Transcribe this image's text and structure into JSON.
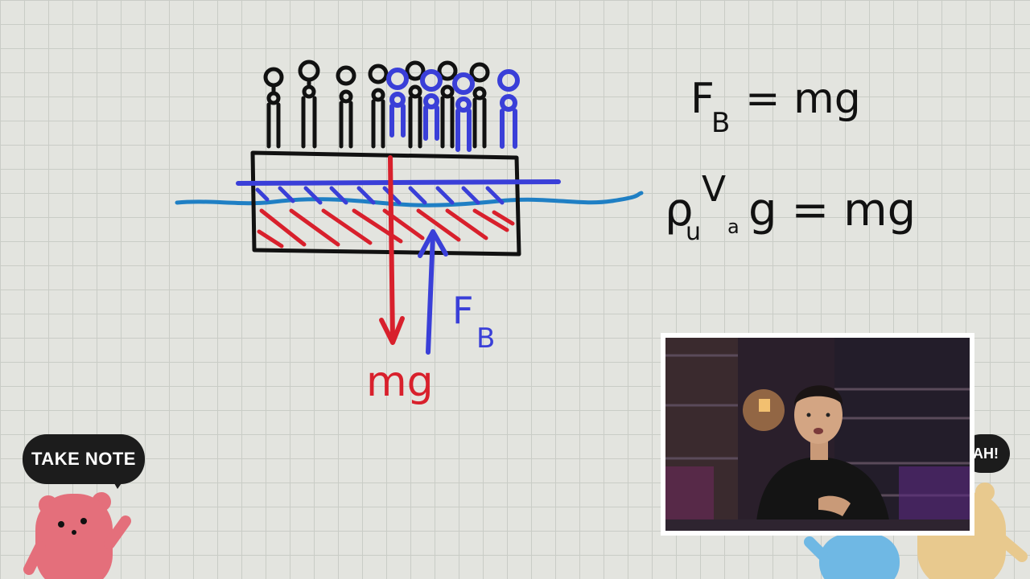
{
  "diagram": {
    "force_down_label": "mg",
    "force_up_label_main": "F",
    "force_up_label_sub": "B"
  },
  "equations": {
    "eq1_lhs_main": "F",
    "eq1_lhs_sub": "B",
    "eq1_rhs": "= mg",
    "eq2_rho": "ρ",
    "eq2_rho_sub": "u",
    "eq2_v": "V",
    "eq2_v_sub": "a",
    "eq2_rest": "g = mg"
  },
  "badges": {
    "take_note": "TAKE NOTE",
    "aha": "AH!"
  },
  "colors": {
    "red": "#d8202c",
    "blue": "#3a3fd8",
    "water": "#1f7fc4",
    "ink": "#111111",
    "pink_mascot": "#e46f7b",
    "blue_mascot": "#6fb8e4",
    "tan_mascot": "#e8c98e"
  }
}
